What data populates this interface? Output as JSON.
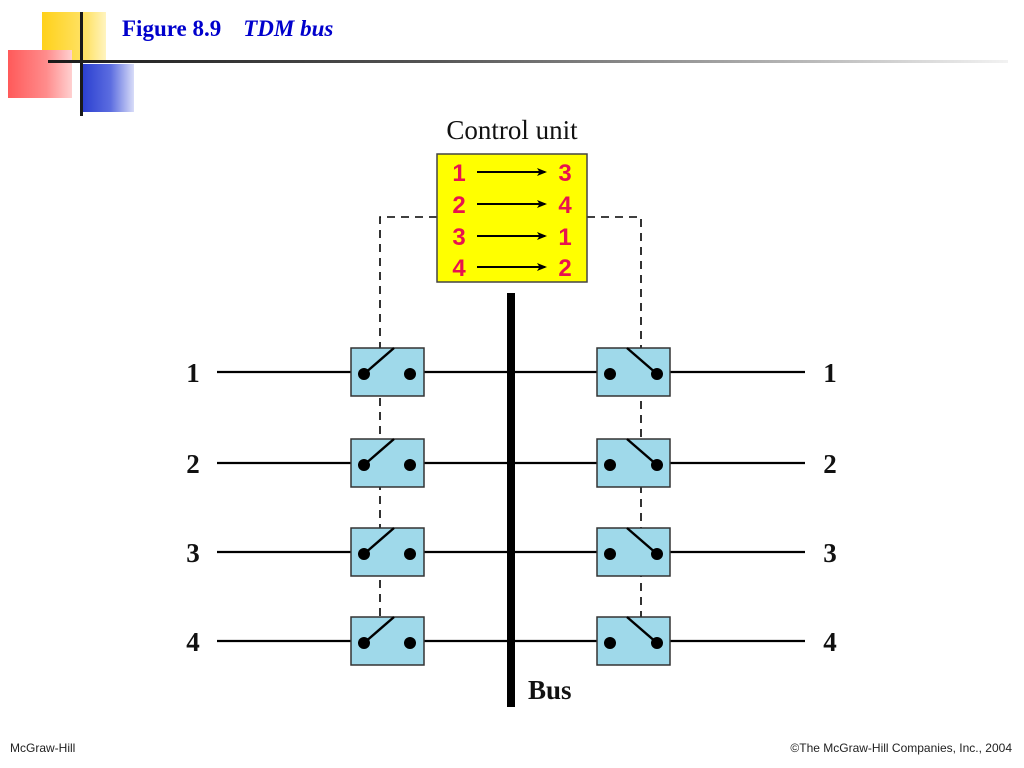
{
  "slide": {
    "figure_number": "Figure 8.9",
    "figure_title": "TDM bus"
  },
  "diagram": {
    "control_unit_label": "Control unit",
    "mapping": [
      {
        "from": "1",
        "to": "3"
      },
      {
        "from": "2",
        "to": "4"
      },
      {
        "from": "3",
        "to": "1"
      },
      {
        "from": "4",
        "to": "2"
      }
    ],
    "input_lines": [
      "1",
      "2",
      "3",
      "4"
    ],
    "output_lines": [
      "1",
      "2",
      "3",
      "4"
    ],
    "bus_label": "Bus",
    "colors": {
      "control_box": "#ffff00",
      "mapping_text": "#e8124f",
      "switch_box": "#9fd9ea",
      "title": "#0000cc"
    }
  },
  "footer": {
    "left": "McGraw-Hill",
    "right": "©The McGraw-Hill Companies, Inc., 2004"
  }
}
